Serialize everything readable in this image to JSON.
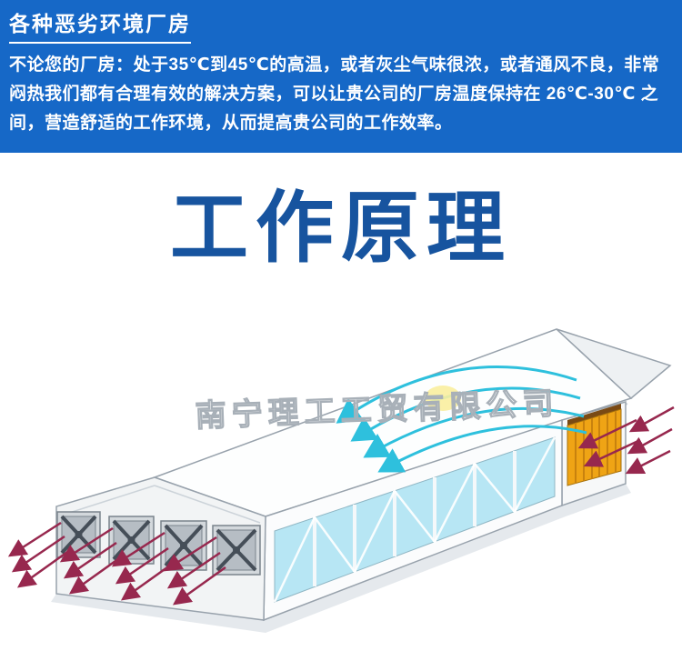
{
  "colors": {
    "header_bg": "#1668c7",
    "principle_title": "#17549f",
    "airflow_in": "#2ec0dd",
    "airflow_out": "#97284e",
    "cooling_pad": "#efa415"
  },
  "header": {
    "title": "各种恶劣环境厂房",
    "body": "不论您的厂房：处于35℃到45℃的高温，或者灰尘气味很浓，或者通风不良，非常闷热我们都有合理有效的解决方案，可以让贵公司的厂房温度保持在 26℃-30℃ 之间，营造舒适的工作环境，从而提高贵公司的工作效率。"
  },
  "principle": {
    "title": "工作原理"
  },
  "illustration": {
    "watermark": "南宁理工工贸有限公司",
    "fan_count": 4
  }
}
